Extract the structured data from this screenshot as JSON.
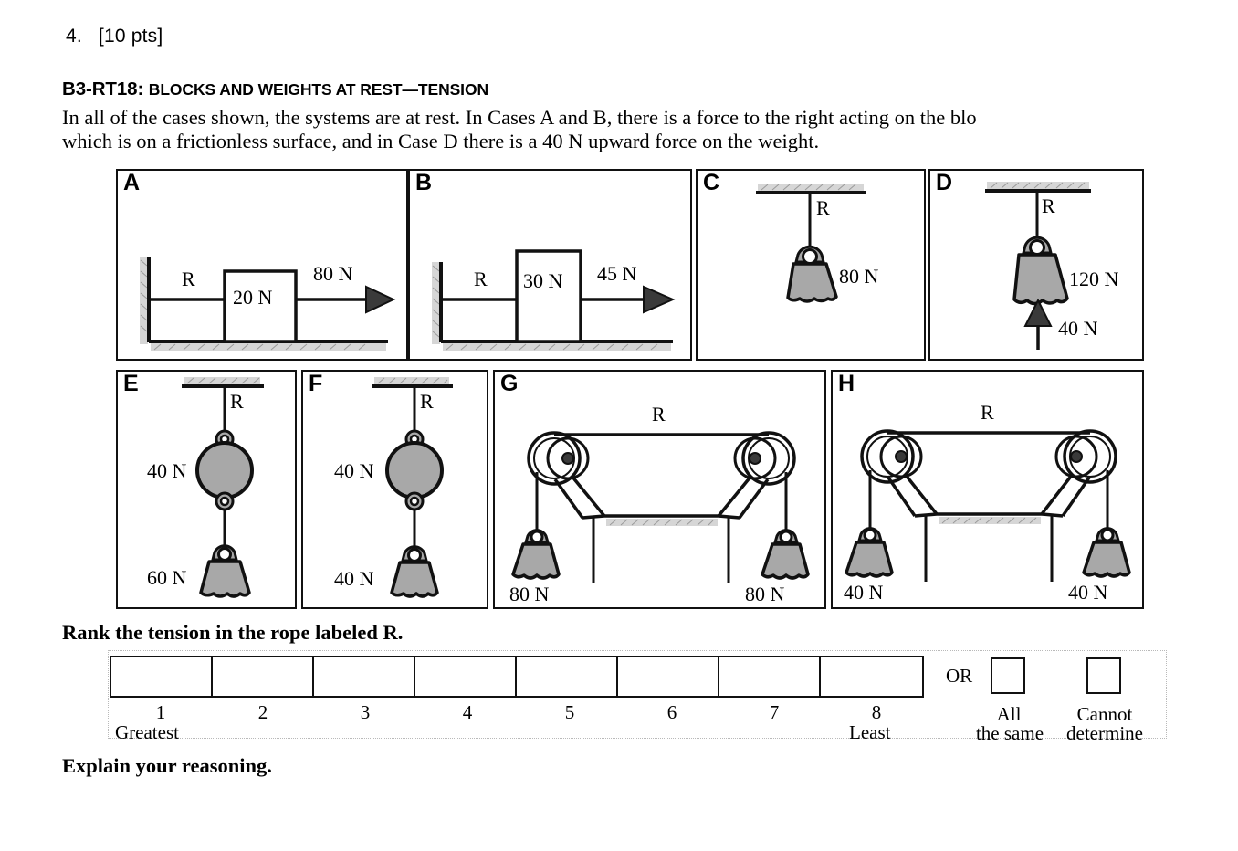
{
  "question": {
    "number": "4.",
    "points": "[10 pts]"
  },
  "header": {
    "code_title": "B3-RT18: ",
    "title_small_caps": "BLOCKS AND WEIGHTS AT REST—TENSION",
    "intro_line1": "In all of the cases shown, the systems are at rest. In Cases A and B, there is a force to the right acting on the blo",
    "intro_line2": "which is on a frictionless surface, and in Case D there is a 40 N upward force on the weight."
  },
  "cases": [
    {
      "letter": "A",
      "type": "block-on-surface",
      "rope_label": "R",
      "block_label": "20 N",
      "force_label": "80 N"
    },
    {
      "letter": "B",
      "type": "block-on-surface",
      "rope_label": "R",
      "block_label": "30 N",
      "force_label": "45 N"
    },
    {
      "letter": "C",
      "type": "hanging-weight",
      "rope_label": "R",
      "weight_label": "80 N"
    },
    {
      "letter": "D",
      "type": "hanging-weight-with-upforce",
      "rope_label": "R",
      "weight_label": "120 N",
      "up_force_label": "40 N"
    },
    {
      "letter": "E",
      "type": "two-hanging-weights",
      "rope_label": "R",
      "top_weight_label": "40 N",
      "bottom_weight_label": "60 N"
    },
    {
      "letter": "F",
      "type": "two-hanging-weights",
      "rope_label": "R",
      "top_weight_label": "40 N",
      "bottom_weight_label": "40 N"
    },
    {
      "letter": "G",
      "type": "two-pulleys",
      "rope_label": "R",
      "left_weight_label": "80 N",
      "right_weight_label": "80 N"
    },
    {
      "letter": "H",
      "type": "two-pulleys",
      "rope_label": "R",
      "left_weight_label": "40 N",
      "right_weight_label": "40 N"
    }
  ],
  "ranking": {
    "prompt": "Rank the tension in the rope labeled R.",
    "cells": [
      "",
      "",
      "",
      "",
      "",
      "",
      "",
      ""
    ],
    "numbers": [
      "1",
      "2",
      "3",
      "4",
      "5",
      "6",
      "7",
      "8"
    ],
    "greatest_label": "Greatest",
    "least_label": "Least",
    "or_label": "OR",
    "option_all_same_line1": "All",
    "option_all_same_line2": "the same",
    "option_cannot_line1": "Cannot",
    "option_cannot_line2": "determine"
  },
  "footer": {
    "explain": "Explain your reasoning."
  },
  "colors": {
    "ink": "#111111",
    "weight_fill": "#a8a8a8",
    "hatch": "#c9c9c9"
  }
}
